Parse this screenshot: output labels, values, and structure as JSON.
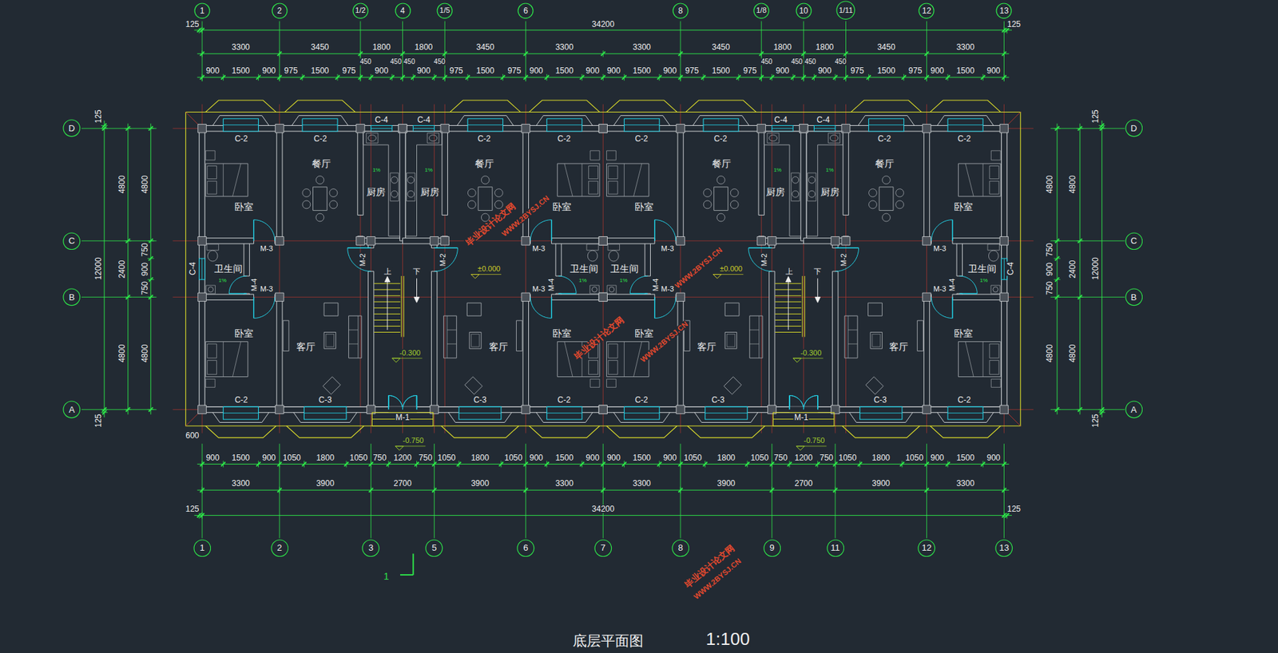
{
  "diagram": {
    "title": "底层平面图",
    "nodes": [
      {
        "text": [
          "1"
        ]
      },
      {
        "text": [
          "2"
        ]
      },
      {
        "text": [
          "1/2"
        ]
      },
      {
        "text": [
          "4"
        ]
      },
      {
        "text": [
          "1/5"
        ]
      },
      {
        "text": [
          "6"
        ]
      },
      {
        "text": [
          "8"
        ]
      },
      {
        "text": [
          "1/8"
        ]
      },
      {
        "text": [
          "10"
        ]
      },
      {
        "text": [
          "1/11"
        ]
      },
      {
        "text": [
          "12"
        ]
      },
      {
        "text": [
          "13"
        ]
      },
      {
        "text": [
          "D"
        ]
      },
      {
        "text": [
          "C"
        ]
      },
      {
        "text": [
          "B"
        ]
      },
      {
        "text": [
          "A"
        ]
      },
      {
        "text": [
          "D"
        ]
      },
      {
        "text": [
          "C"
        ]
      },
      {
        "text": [
          "B"
        ]
      },
      {
        "text": [
          "A"
        ]
      },
      {
        "text": [
          "1"
        ]
      },
      {
        "text": [
          "2"
        ]
      },
      {
        "text": [
          "3"
        ]
      },
      {
        "text": [
          "5"
        ]
      },
      {
        "text": [
          "6"
        ]
      },
      {
        "text": [
          "7"
        ]
      },
      {
        "text": [
          "8"
        ]
      },
      {
        "text": [
          "9"
        ]
      },
      {
        "text": [
          "11"
        ]
      },
      {
        "text": [
          "12"
        ]
      },
      {
        "text": [
          "13"
        ]
      }
    ],
    "labels": [
      "125",
      "34200",
      "125",
      "3300",
      "3450",
      "1800",
      "1800",
      "3450",
      "3300",
      "3300",
      "3450",
      "1800",
      "1800",
      "3450",
      "3300",
      "900",
      "1500",
      "900",
      "975",
      "1500",
      "975",
      "450",
      "900",
      "450",
      "450",
      "900",
      "450",
      "975",
      "1500",
      "975",
      "900",
      "1500",
      "900",
      "900",
      "1500",
      "900",
      "975",
      "1500",
      "975",
      "450",
      "900",
      "450",
      "450",
      "900",
      "450",
      "975",
      "1500",
      "975",
      "900",
      "1500",
      "900",
      "900",
      "1500",
      "900",
      "1050",
      "1800",
      "1050",
      "750",
      "1200",
      "750",
      "1050",
      "1800",
      "1050",
      "900",
      "1500",
      "900",
      "900",
      "1500",
      "900",
      "1050",
      "1800",
      "1050",
      "750",
      "1200",
      "750",
      "1050",
      "1800",
      "1050",
      "900",
      "1500",
      "900",
      "3300",
      "3900",
      "2700",
      "3900",
      "3300",
      "3300",
      "3900",
      "2700",
      "3900",
      "3300",
      "125",
      "34200",
      "125",
      "600",
      "125",
      "12000",
      "125",
      "4800",
      "2400",
      "4800",
      "4800",
      "750",
      "900",
      "750",
      "4800",
      "4800",
      "750",
      "900",
      "750",
      "4800",
      "4800",
      "2400",
      "4800",
      "125",
      "12000",
      "125",
      "C-2",
      "C-2",
      "C-4",
      "C-4",
      "C-2",
      "C-2",
      "C-2",
      "C-2",
      "C-4",
      "C-4",
      "C-2",
      "C-2",
      "C-4",
      "C-4",
      "C-2",
      "C-3",
      "M-1",
      "C-3",
      "C-2",
      "C-2",
      "C-3",
      "M-1",
      "C-3",
      "C-2",
      "卧室",
      "餐厅",
      "厨房",
      "厨房",
      "餐厅",
      "卧室",
      "卧室",
      "餐厅",
      "厨房",
      "厨房",
      "餐厅",
      "卧室",
      "卫生间",
      "卫生间",
      "卫生间",
      "卫生间",
      "卧室",
      "客厅",
      "客厅",
      "卧室",
      "卧室",
      "客厅",
      "客厅",
      "卧室",
      "M-3",
      "M-4",
      "M-3",
      "M-2",
      "M-2",
      "M-3",
      "M-4",
      "M-3",
      "M-4",
      "M-3",
      "M-3",
      "M-2",
      "M-2",
      "M-3",
      "M-4",
      "M-3",
      "±0.000",
      "±0.000",
      "-0.300",
      "-0.300",
      "-0.750",
      "-0.750",
      "上",
      "下",
      "上",
      "下",
      "1%",
      "1%",
      "1%",
      "1%",
      "1%",
      "1%",
      "1%",
      "1%",
      "毕业设计论文网",
      "WWW.2BYSJ.CN",
      "毕业设计论文网",
      "WWW.2BYSJ.CN",
      "WWW.2BYSJ.CN",
      "毕业设计论文网",
      "WWW.2BYSJ.CN",
      "1:100",
      "1"
    ]
  }
}
